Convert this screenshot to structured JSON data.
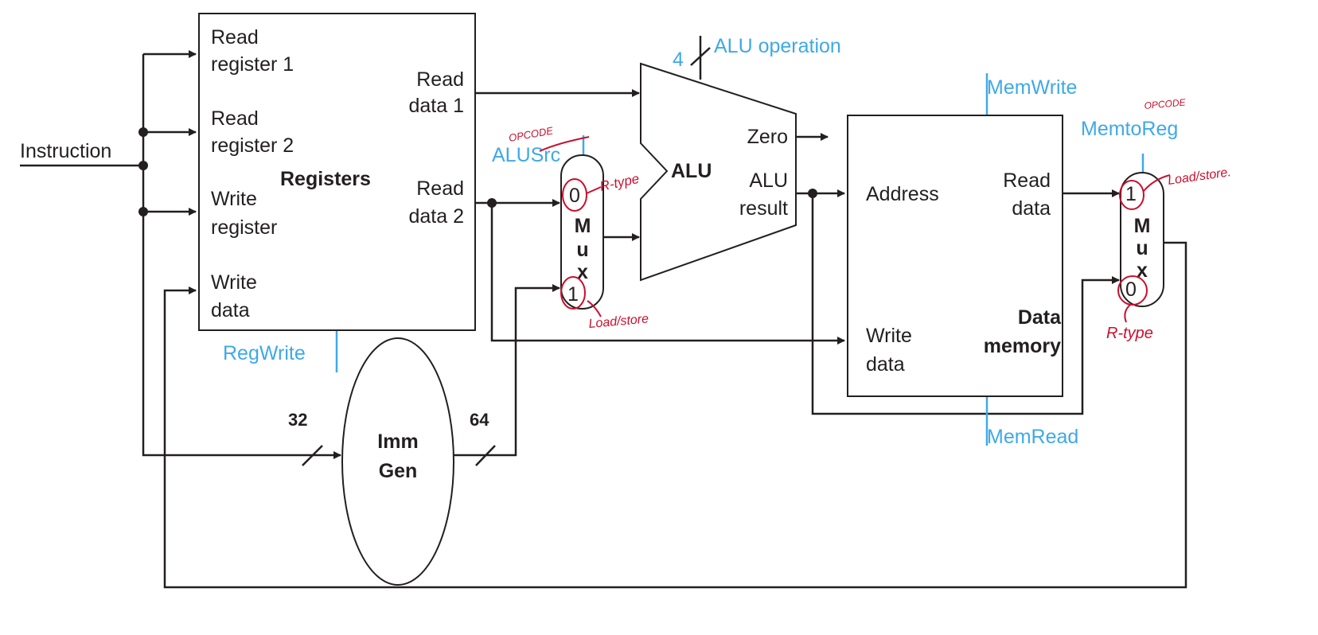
{
  "instruction": "Instruction",
  "registers": {
    "title": "Registers",
    "read_register_1": [
      "Read",
      "register 1"
    ],
    "read_register_2": [
      "Read",
      "register 2"
    ],
    "write_register": [
      "Write",
      "register"
    ],
    "write_data": [
      "Write",
      "data"
    ],
    "read_data_1": [
      "Read",
      "data 1"
    ],
    "read_data_2": [
      "Read",
      "data 2"
    ]
  },
  "imm_gen": {
    "title": [
      "Imm",
      "Gen"
    ],
    "in_width": "32",
    "out_width": "64"
  },
  "alu": {
    "title": "ALU",
    "zero": "Zero",
    "result": [
      "ALU",
      "result"
    ],
    "op_width": "4"
  },
  "mux_alu": {
    "label": [
      "M",
      "u",
      "x"
    ],
    "in0": "0",
    "in1": "1"
  },
  "mux_mem": {
    "label": [
      "M",
      "u",
      "x"
    ],
    "in0": "0",
    "in1": "1"
  },
  "data_memory": {
    "title": [
      "Data",
      "memory"
    ],
    "address": "Address",
    "write_data": [
      "Write",
      "data"
    ],
    "read_data": [
      "Read",
      "data"
    ]
  },
  "control": {
    "reg_write": "RegWrite",
    "alu_src": "ALUSrc",
    "alu_operation": "ALU operation",
    "mem_write": "MemWrite",
    "mem_read": "MemRead",
    "mem_to_reg": "MemtoReg"
  },
  "annotations": {
    "opcode_alusrc": "OPCODE",
    "rtype_alusrc": "R-type",
    "loadstore_alusrc": "Load/store",
    "opcode_memtoreg": "OPCODE",
    "loadstore_memtoreg": "Load/store.",
    "rtype_memtoreg": "R-type"
  },
  "colors": {
    "control": "#3fa9e6",
    "annotation": "#c8102e",
    "wire": "#231f20"
  }
}
